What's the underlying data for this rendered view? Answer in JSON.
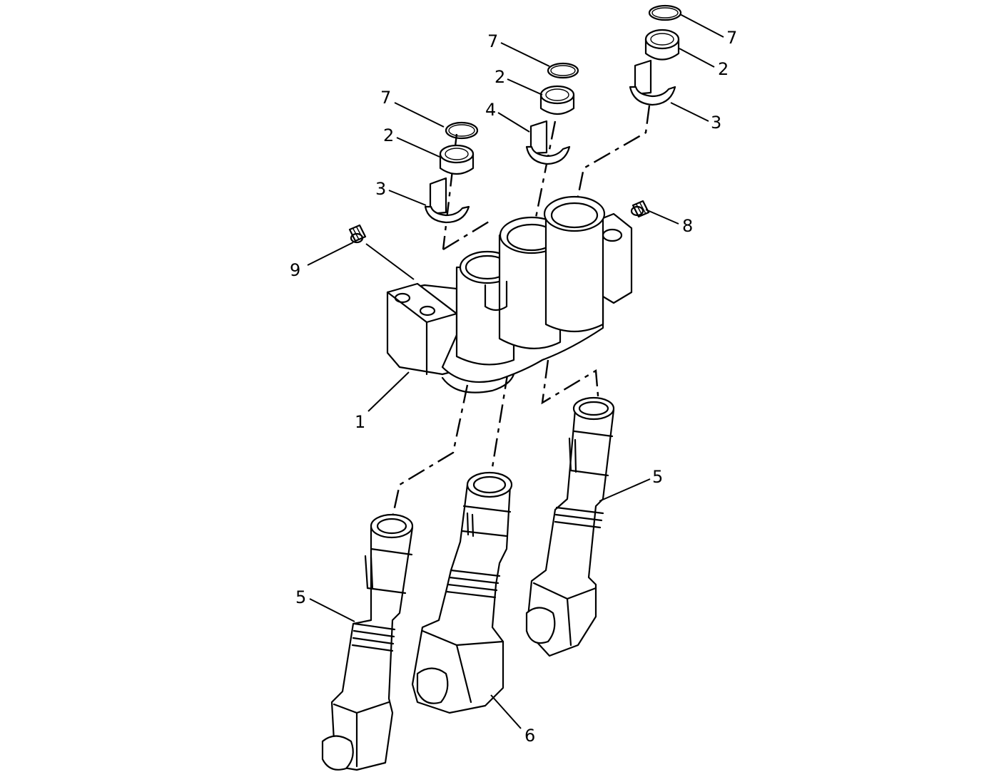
{
  "callouts": [
    "1",
    "2",
    "3",
    "4",
    "5",
    "6",
    "7",
    "8",
    "9"
  ]
}
